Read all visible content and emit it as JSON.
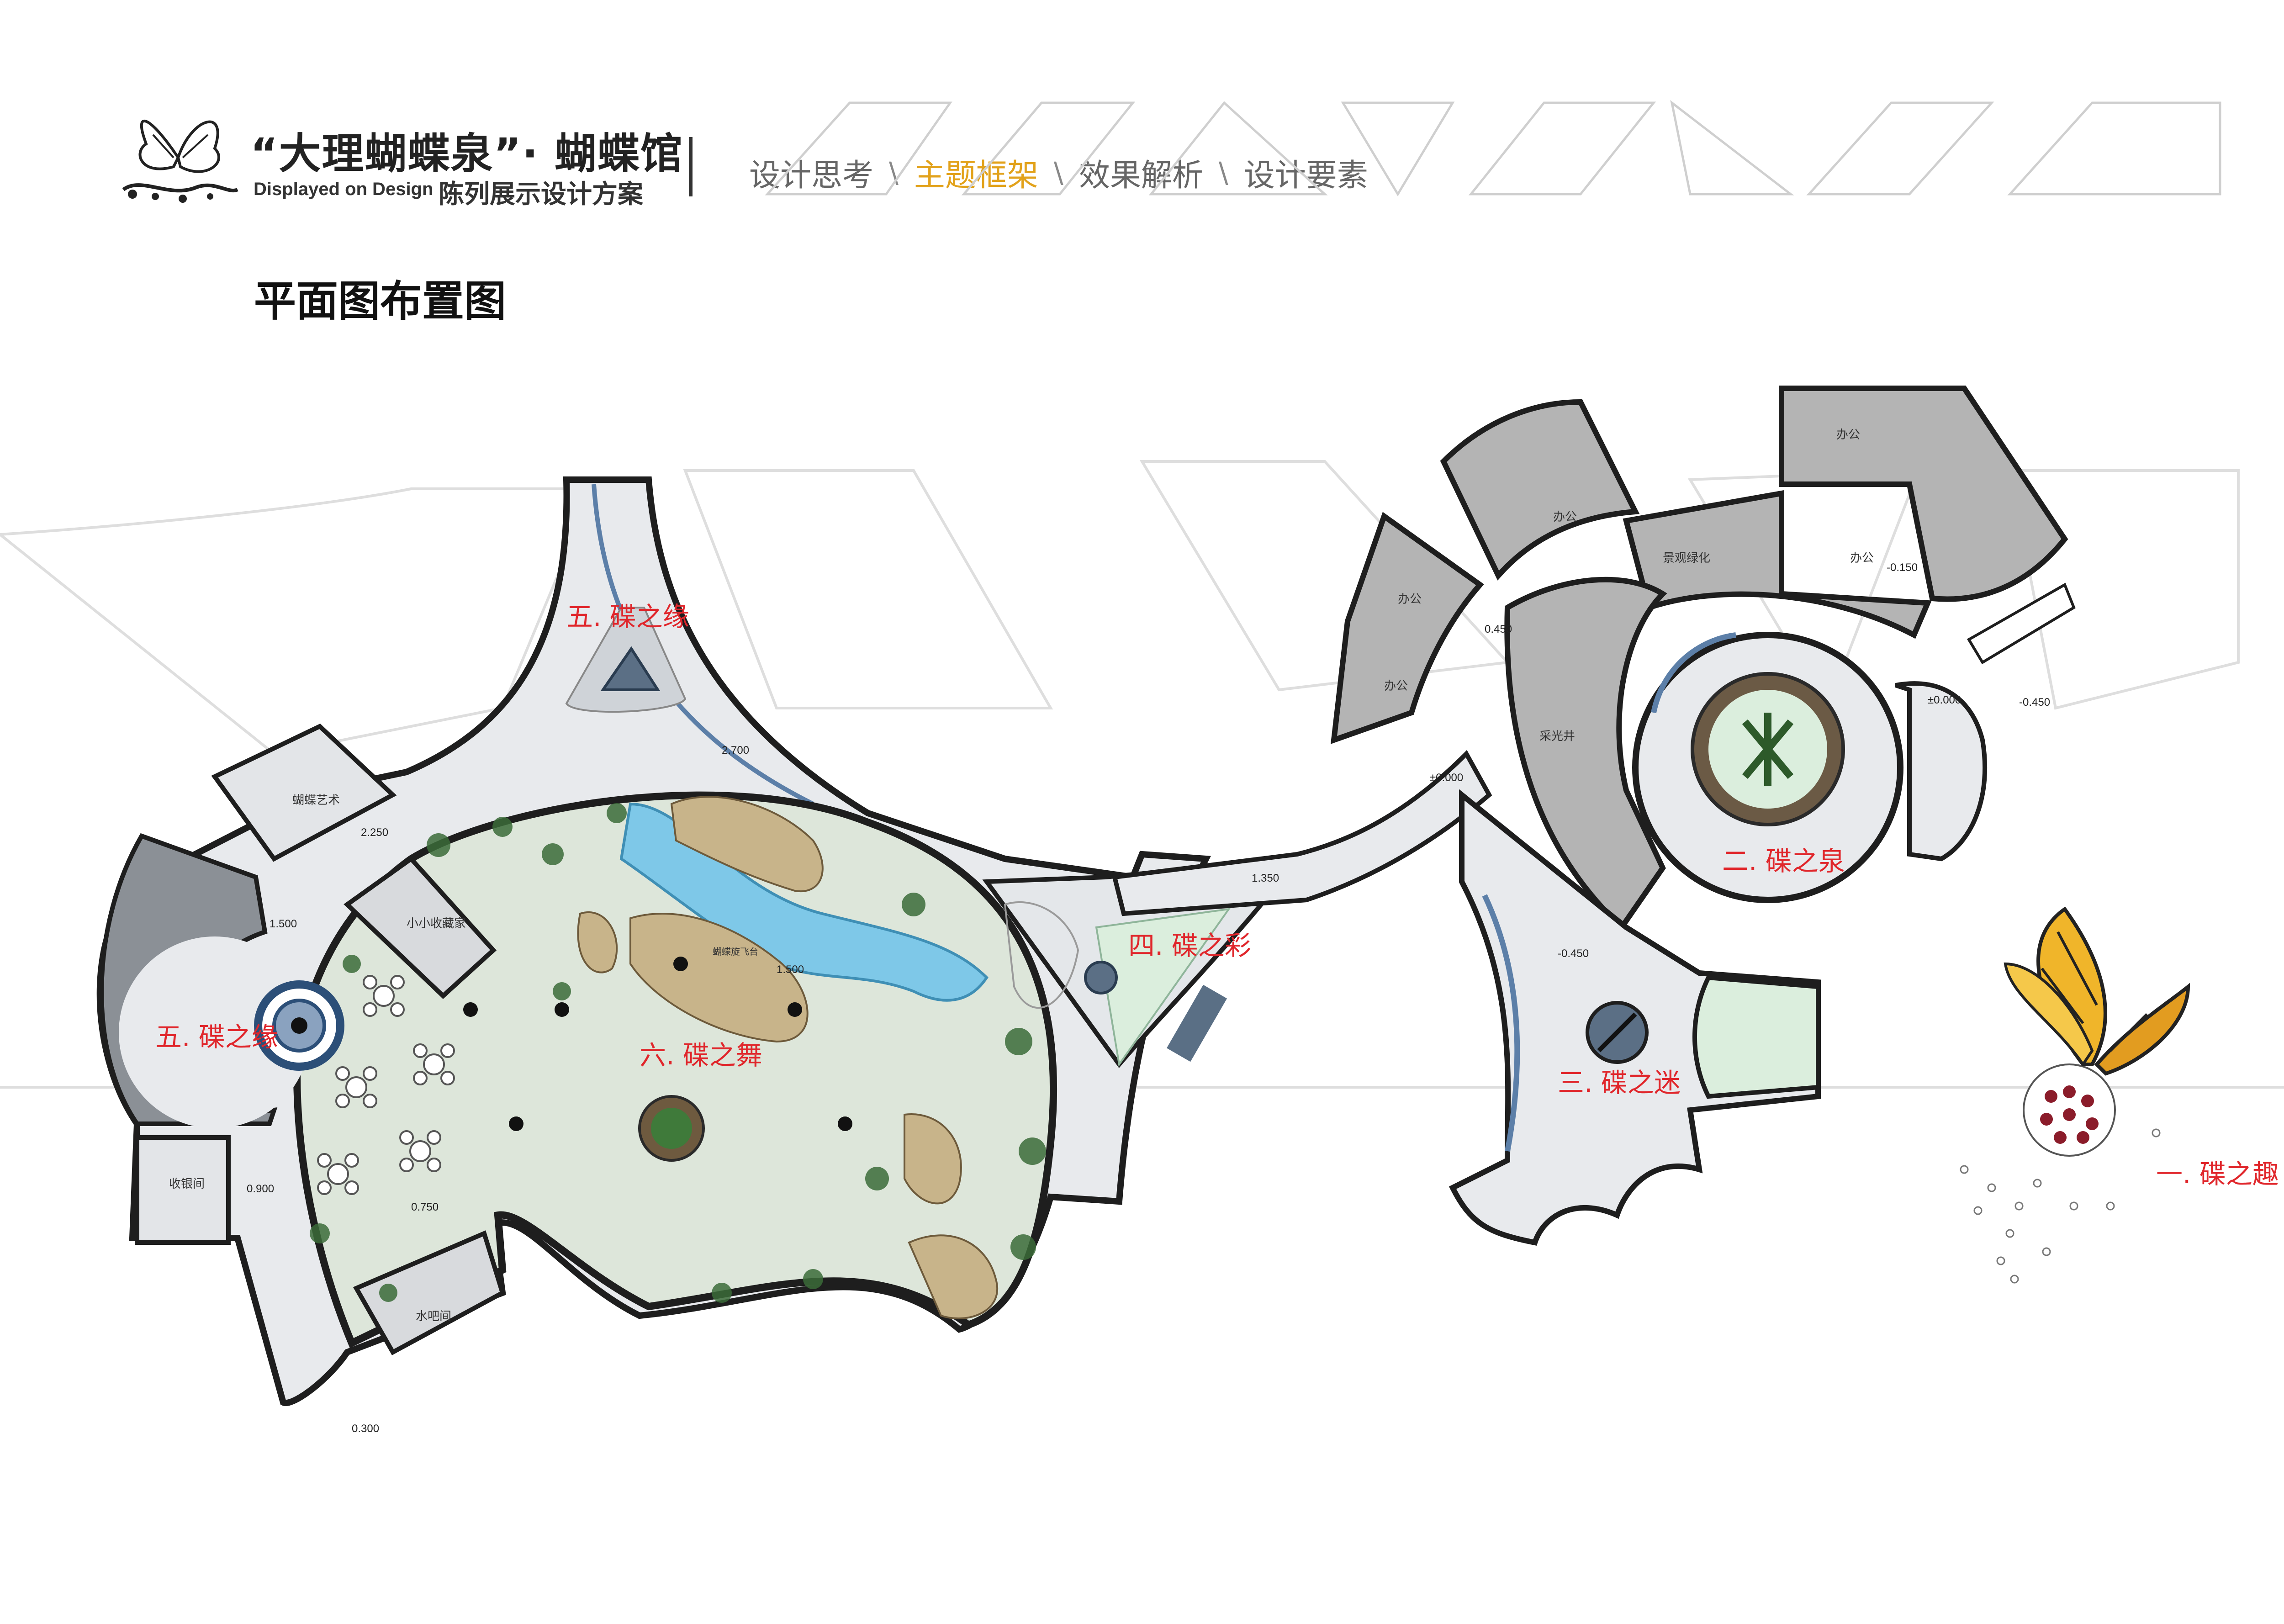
{
  "header": {
    "title": "“大理蝴蝶泉”· 蝴蝶馆",
    "subtitle_en": "Displayed on Design",
    "subtitle_cn": "陈列展示设计方案",
    "nav": [
      {
        "label": "设计思考",
        "active": false
      },
      {
        "label": "主题框架",
        "active": true
      },
      {
        "label": "效果解析",
        "active": false
      },
      {
        "label": "设计要素",
        "active": false
      }
    ],
    "nav_separator": "\\"
  },
  "section_title": "平面图布置图",
  "zones": {
    "zone1": "一. 碟之趣",
    "zone2": "二. 碟之泉",
    "zone3": "三. 碟之迷",
    "zone4": "四. 碟之彩",
    "zone5a": "五. 碟之缘",
    "zone5b": "五. 碟之缘",
    "zone6": "六. 碟之舞"
  },
  "rooms": {
    "office": "办公",
    "skylight": "采光井",
    "landscape": "景观绿化",
    "cashier": "收银间",
    "water_bar": "水吧间",
    "small_collection": "小小收藏家",
    "butterfly_art": "蝴蝶艺术",
    "takeoff": "蝴蝶旋飞台"
  },
  "elevations": [
    "2.700",
    "2.250",
    "1.500",
    "1.500",
    "0.900",
    "0.750",
    "0.300",
    "1.350",
    "±0.000",
    "0.450",
    "±0.000",
    "-0.450",
    "-0.150",
    "-0.450"
  ],
  "colors": {
    "accent": "#e2a21b",
    "zone_label": "#e0262b",
    "office_fill": "#b4b4b4",
    "corridor_fill": "#e6e9ec",
    "garden_fill": "#dfe8dc",
    "water": "#6cc3e8",
    "wall": "#1e1e1e",
    "blue_trim": "#5c7fa8"
  }
}
